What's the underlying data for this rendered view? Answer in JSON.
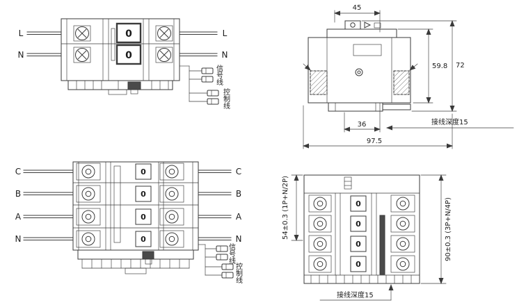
{
  "ink_color": "#3a3a3a",
  "front_view_2p": {
    "left_terminal_labels": [
      "L",
      "N"
    ],
    "right_terminal_labels": [
      "L",
      "N"
    ],
    "switch_positions": [
      "0",
      "0"
    ],
    "annotation_upper": "信号线",
    "annotation_lower": "控制线"
  },
  "side_view": {
    "dim_top_width": "45",
    "dim_body_height": "59.8",
    "dim_total_height": "72",
    "dim_rail_width": "36",
    "dim_total_depth": "97.5",
    "wiring_depth_callout": "接线深度15"
  },
  "front_view_4p": {
    "left_terminal_labels": [
      "C",
      "B",
      "A",
      "N"
    ],
    "right_terminal_labels": [
      "C",
      "B",
      "A",
      "N"
    ],
    "switch_positions": [
      "0",
      "0",
      "0",
      "0"
    ],
    "annotation_upper": "信号线",
    "annotation_lower": "控制线"
  },
  "dimension_view_4p": {
    "switch_positions": [
      "0",
      "0",
      "0",
      "0"
    ],
    "dim_height_1pn_2p": "54±0.3 (1P+N/2P)",
    "dim_height_3pn_4p": "90±0.3 (3P+N/4P)",
    "wiring_depth_callout": "接线深度15"
  }
}
